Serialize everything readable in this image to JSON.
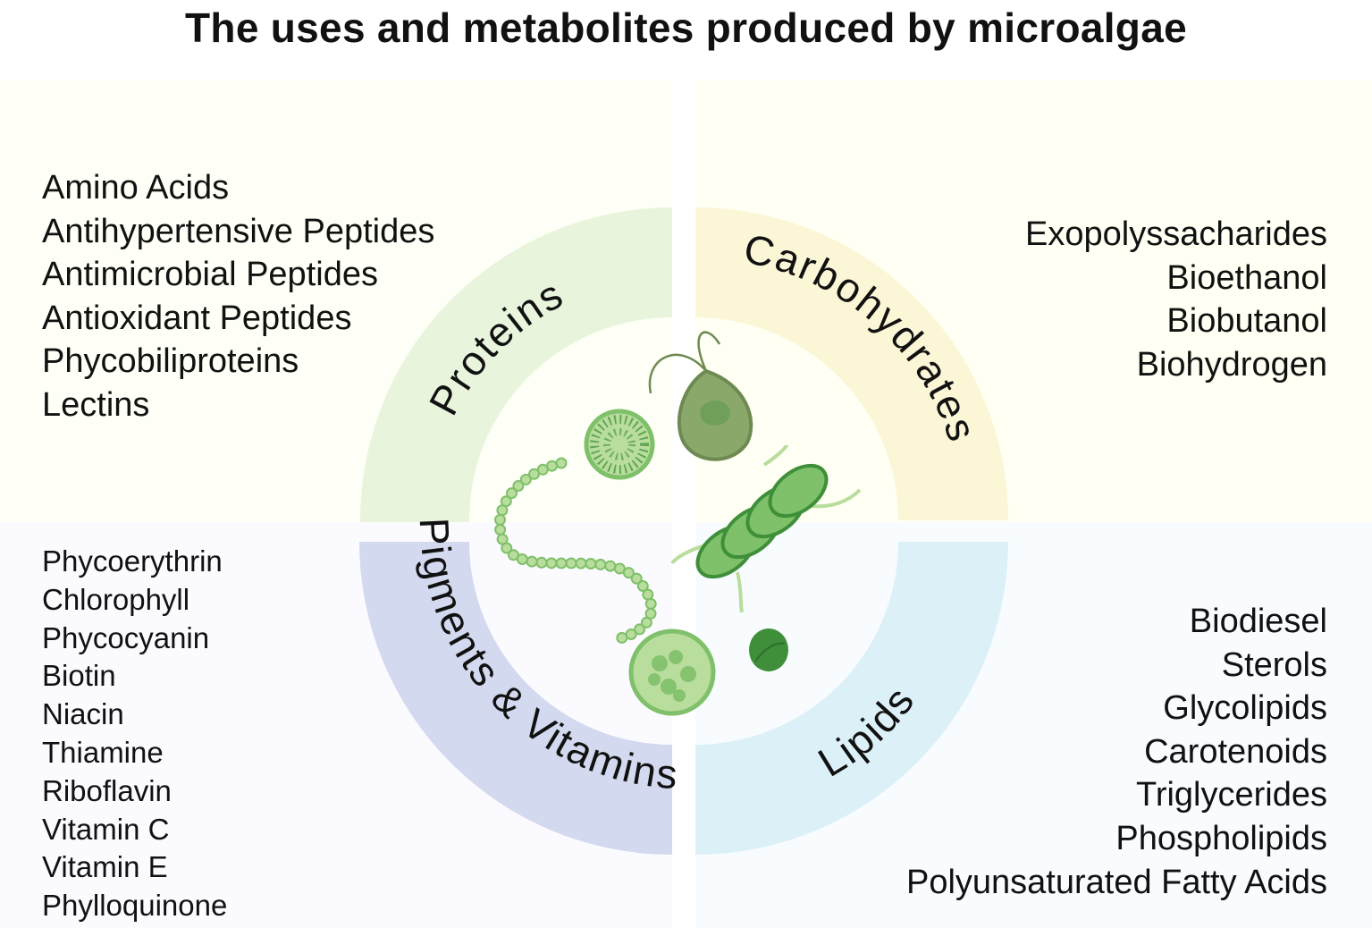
{
  "title": "The uses and metabolites produced by microalgae",
  "center": {
    "sectors": [
      {
        "label": "Proteins",
        "color": "#e8f5dc"
      },
      {
        "label": "Carbohydrates",
        "color": "#fbf6d6"
      },
      {
        "label": "Lipids",
        "color": "#dcf0f8"
      },
      {
        "label": "Pigments & Vitamins",
        "color": "#d3d9ee"
      }
    ]
  },
  "quadrants": {
    "proteins": {
      "items": [
        "Amino Acids",
        "Antihypertensive Peptides",
        "Antimicrobial Peptides",
        "Antioxidant Peptides",
        "Phycobiliproteins",
        "Lectins"
      ]
    },
    "carbohydrates": {
      "items": [
        "Exopolyssacharides",
        "Bioethanol",
        "Biobutanol",
        "Biohydrogen"
      ]
    },
    "pigments_vitamins": {
      "items": [
        "Phycoerythrin",
        "Chlorophyll",
        "Phycocyanin",
        "Biotin",
        "Niacin",
        "Thiamine",
        "Riboflavin",
        "Vitamin C",
        "Vitamin E",
        "Phylloquinone"
      ]
    },
    "lipids": {
      "items": [
        "Biodiesel",
        "Sterols",
        "Glycolipids",
        "Carotenoids",
        "Triglycerides",
        "Phospholipids",
        "Polyunsaturated Fatty Acids"
      ]
    }
  },
  "colors": {
    "algae_light": "#b9dd9c",
    "algae_mid": "#7fc06a",
    "algae_dark": "#3f8f3a",
    "algae_olive": "#8aa86a"
  }
}
